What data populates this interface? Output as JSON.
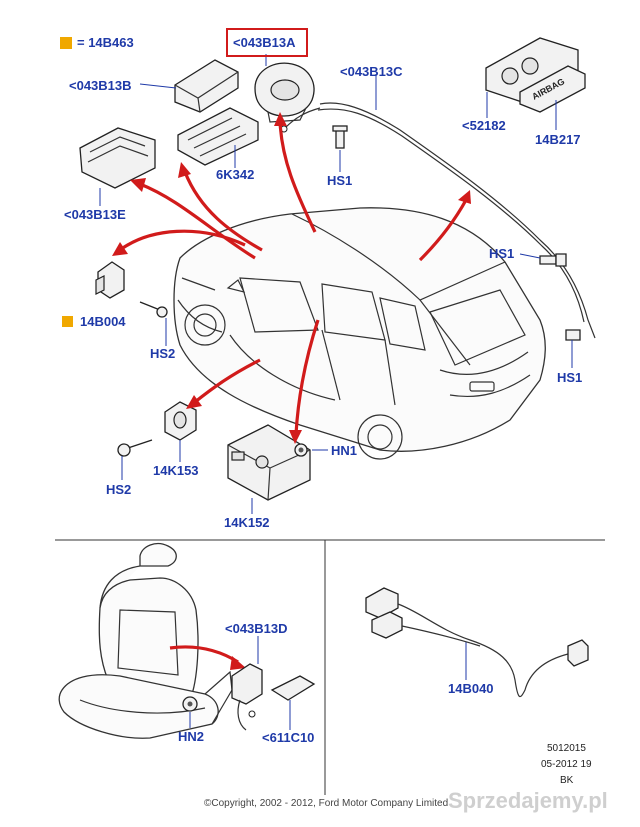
{
  "legend": {
    "swatch_color": "#f0a800",
    "text": "= 14B463"
  },
  "labels": {
    "p043B13A": "<043B13A",
    "p043B13B": "<043B13B",
    "p043B13C": "<043B13C",
    "p52182": "<52182",
    "p14B217": "14B217",
    "p6K342": "6K342",
    "hs1_top": "HS1",
    "p043B13E": "<043B13E",
    "hs1_mid": "HS1",
    "p14B004": "14B004",
    "hs2_left": "HS2",
    "hs1_right": "HS1",
    "hn1": "HN1",
    "p14K153": "14K153",
    "hs2_bottom": "HS2",
    "p14K152": "14K152",
    "p043B13D": "<043B13D",
    "hn2": "HN2",
    "p611C10": "<611C10",
    "p14B040": "14B040"
  },
  "part_text": {
    "airbag_badge": "AIRBAG"
  },
  "ref": {
    "line1": "5012015",
    "line2": "05-2012 19",
    "line3": "BK"
  },
  "copyright": "©Copyright, 2002 - 2012, Ford Motor Company Limited",
  "watermark": "Sprzedajemy.pl",
  "colors": {
    "label": "#1f3aa8",
    "arrow": "#d11b1b",
    "highlight_box": "#d11b1b",
    "legend_swatch": "#f0a800"
  }
}
